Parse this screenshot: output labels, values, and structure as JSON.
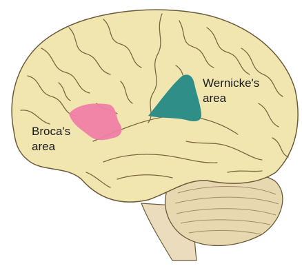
{
  "labels": {
    "broca_line1": "Broca's",
    "broca_line2": "area",
    "wernicke_line1": "Wernicke's",
    "wernicke_line2": "area"
  },
  "colors": {
    "cortex": "#f2e6b0",
    "cortex_outline": "#6b5a3a",
    "sulcus": "#7a6640",
    "broca": "#f07fa8",
    "wernicke": "#2f8f88",
    "cerebellum": "#e8d8b0",
    "cerebellum_lines": "#a08a68",
    "brainstem": "#eadcbc"
  },
  "icons": [
    "brain-illustration"
  ]
}
